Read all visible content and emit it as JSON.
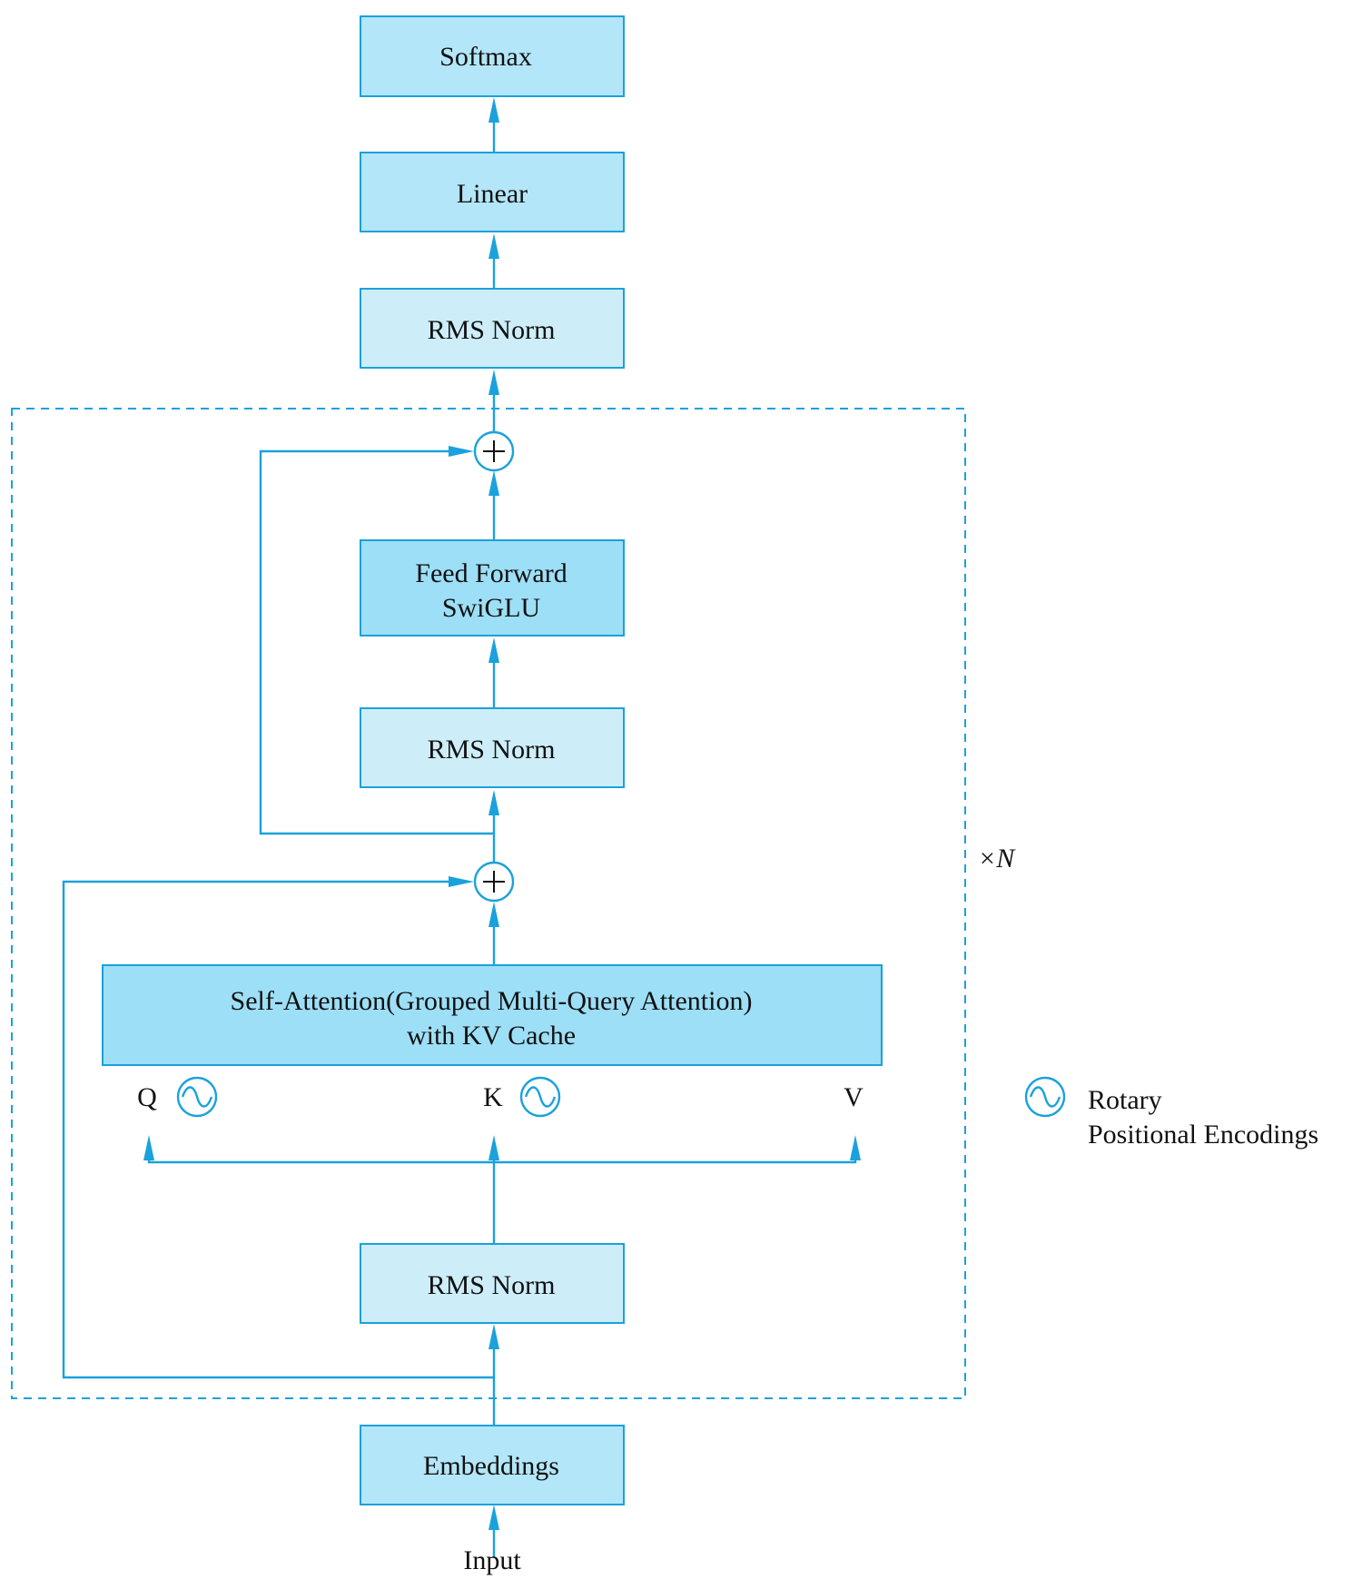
{
  "colors": {
    "line": "#1ba1dc",
    "box_light": "#cdeef9",
    "box_mid": "#b3e6f8",
    "box_dark": "#9ddff7",
    "text": "#111111"
  },
  "blocks": {
    "softmax": "Softmax",
    "linear": "Linear",
    "rms_norm_final": "RMS Norm",
    "feed_forward": [
      "Feed Forward",
      "SwiGLU"
    ],
    "rms_norm_ffn": "RMS Norm",
    "self_attention": [
      "Self-Attention(Grouped Multi-Query Attention)",
      "with KV Cache"
    ],
    "rms_norm_attn": "RMS Norm",
    "embeddings": "Embeddings"
  },
  "labels": {
    "input": "Input",
    "q": "Q",
    "k": "K",
    "v": "V",
    "repeat": "×N"
  },
  "legend": {
    "icon": "sine-wave-circle-icon",
    "lines": [
      "Rotary",
      "Positional Encodings"
    ]
  }
}
